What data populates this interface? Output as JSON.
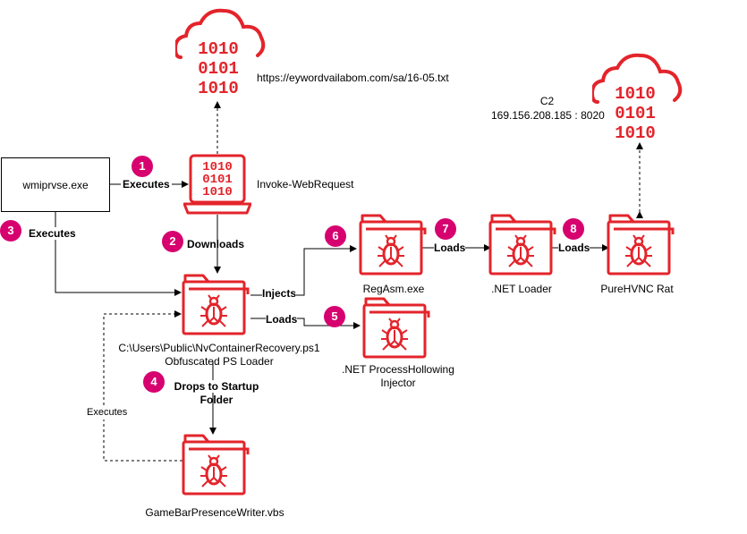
{
  "colors": {
    "icon": "#e3242b",
    "badge": "#d6006f",
    "line": "#000000"
  },
  "icons": {
    "cloud_left": "cloud-binary-icon",
    "cloud_right": "cloud-binary-icon",
    "laptop": "laptop-binary-icon",
    "folder": "folder-bug-icon"
  },
  "nodes": {
    "wmiprvse": "wmiprvse.exe",
    "invoke": "Invoke-WebRequest",
    "url": "https://eywordvailabom.com/sa/16-05.txt",
    "c2_label": "C2",
    "c2_addr": "169.156.208.185 : 8020",
    "ps_path": "C:\\Users\\Public\\NvContainerRecovery.ps1",
    "ps_desc": "Obfuscated PS Loader",
    "regasm": "RegAsm.exe",
    "net_loader": ".NET Loader",
    "pure": "PureHVNC Rat",
    "hollow_1": ".NET ProcessHollowing",
    "hollow_2": "Injector",
    "vbs": "GameBarPresenceWriter.vbs"
  },
  "edges": {
    "executes_1": "Executes",
    "downloads": "Downloads",
    "executes_3": "Executes",
    "injects": "Injects",
    "loads_5": "Loads",
    "loads_7": "Loads",
    "loads_8": "Loads",
    "drops_1": "Drops to Startup",
    "drops_2": "Folder",
    "executes_back": "Executes"
  },
  "steps": [
    "1",
    "2",
    "3",
    "4",
    "5",
    "6",
    "7",
    "8"
  ]
}
